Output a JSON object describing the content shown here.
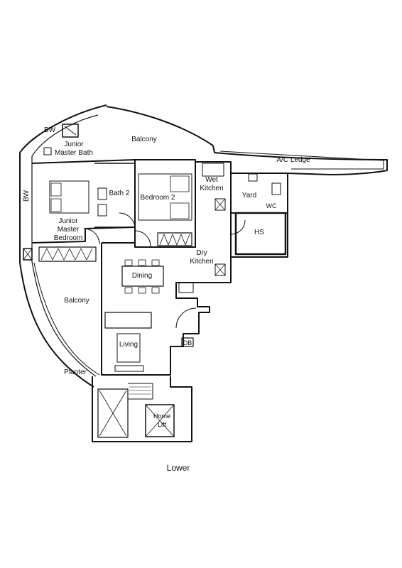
{
  "labels": {
    "bw_top": "BW",
    "junior_master_bath": "Junior\nMaster Bath",
    "balcony_top": "Balcony",
    "ac_ledge": "A/C Ledge",
    "bw_side": "BW",
    "junior_master_bedroom": "Junior\nMaster\nBedroom",
    "bath_2": "Bath 2",
    "bedroom_2": "Bedroom 2",
    "wet_kitchen": "Wet\nKitchen",
    "yard": "Yard",
    "wc": "WC",
    "hs": "HS",
    "dry_kitchen": "Dry\nKitchen",
    "dining": "Dining",
    "balcony_side": "Balcony",
    "living": "Living",
    "db": "DB",
    "planter": "Planter",
    "home_lift": "Home\nLift"
  },
  "caption": "Lower"
}
